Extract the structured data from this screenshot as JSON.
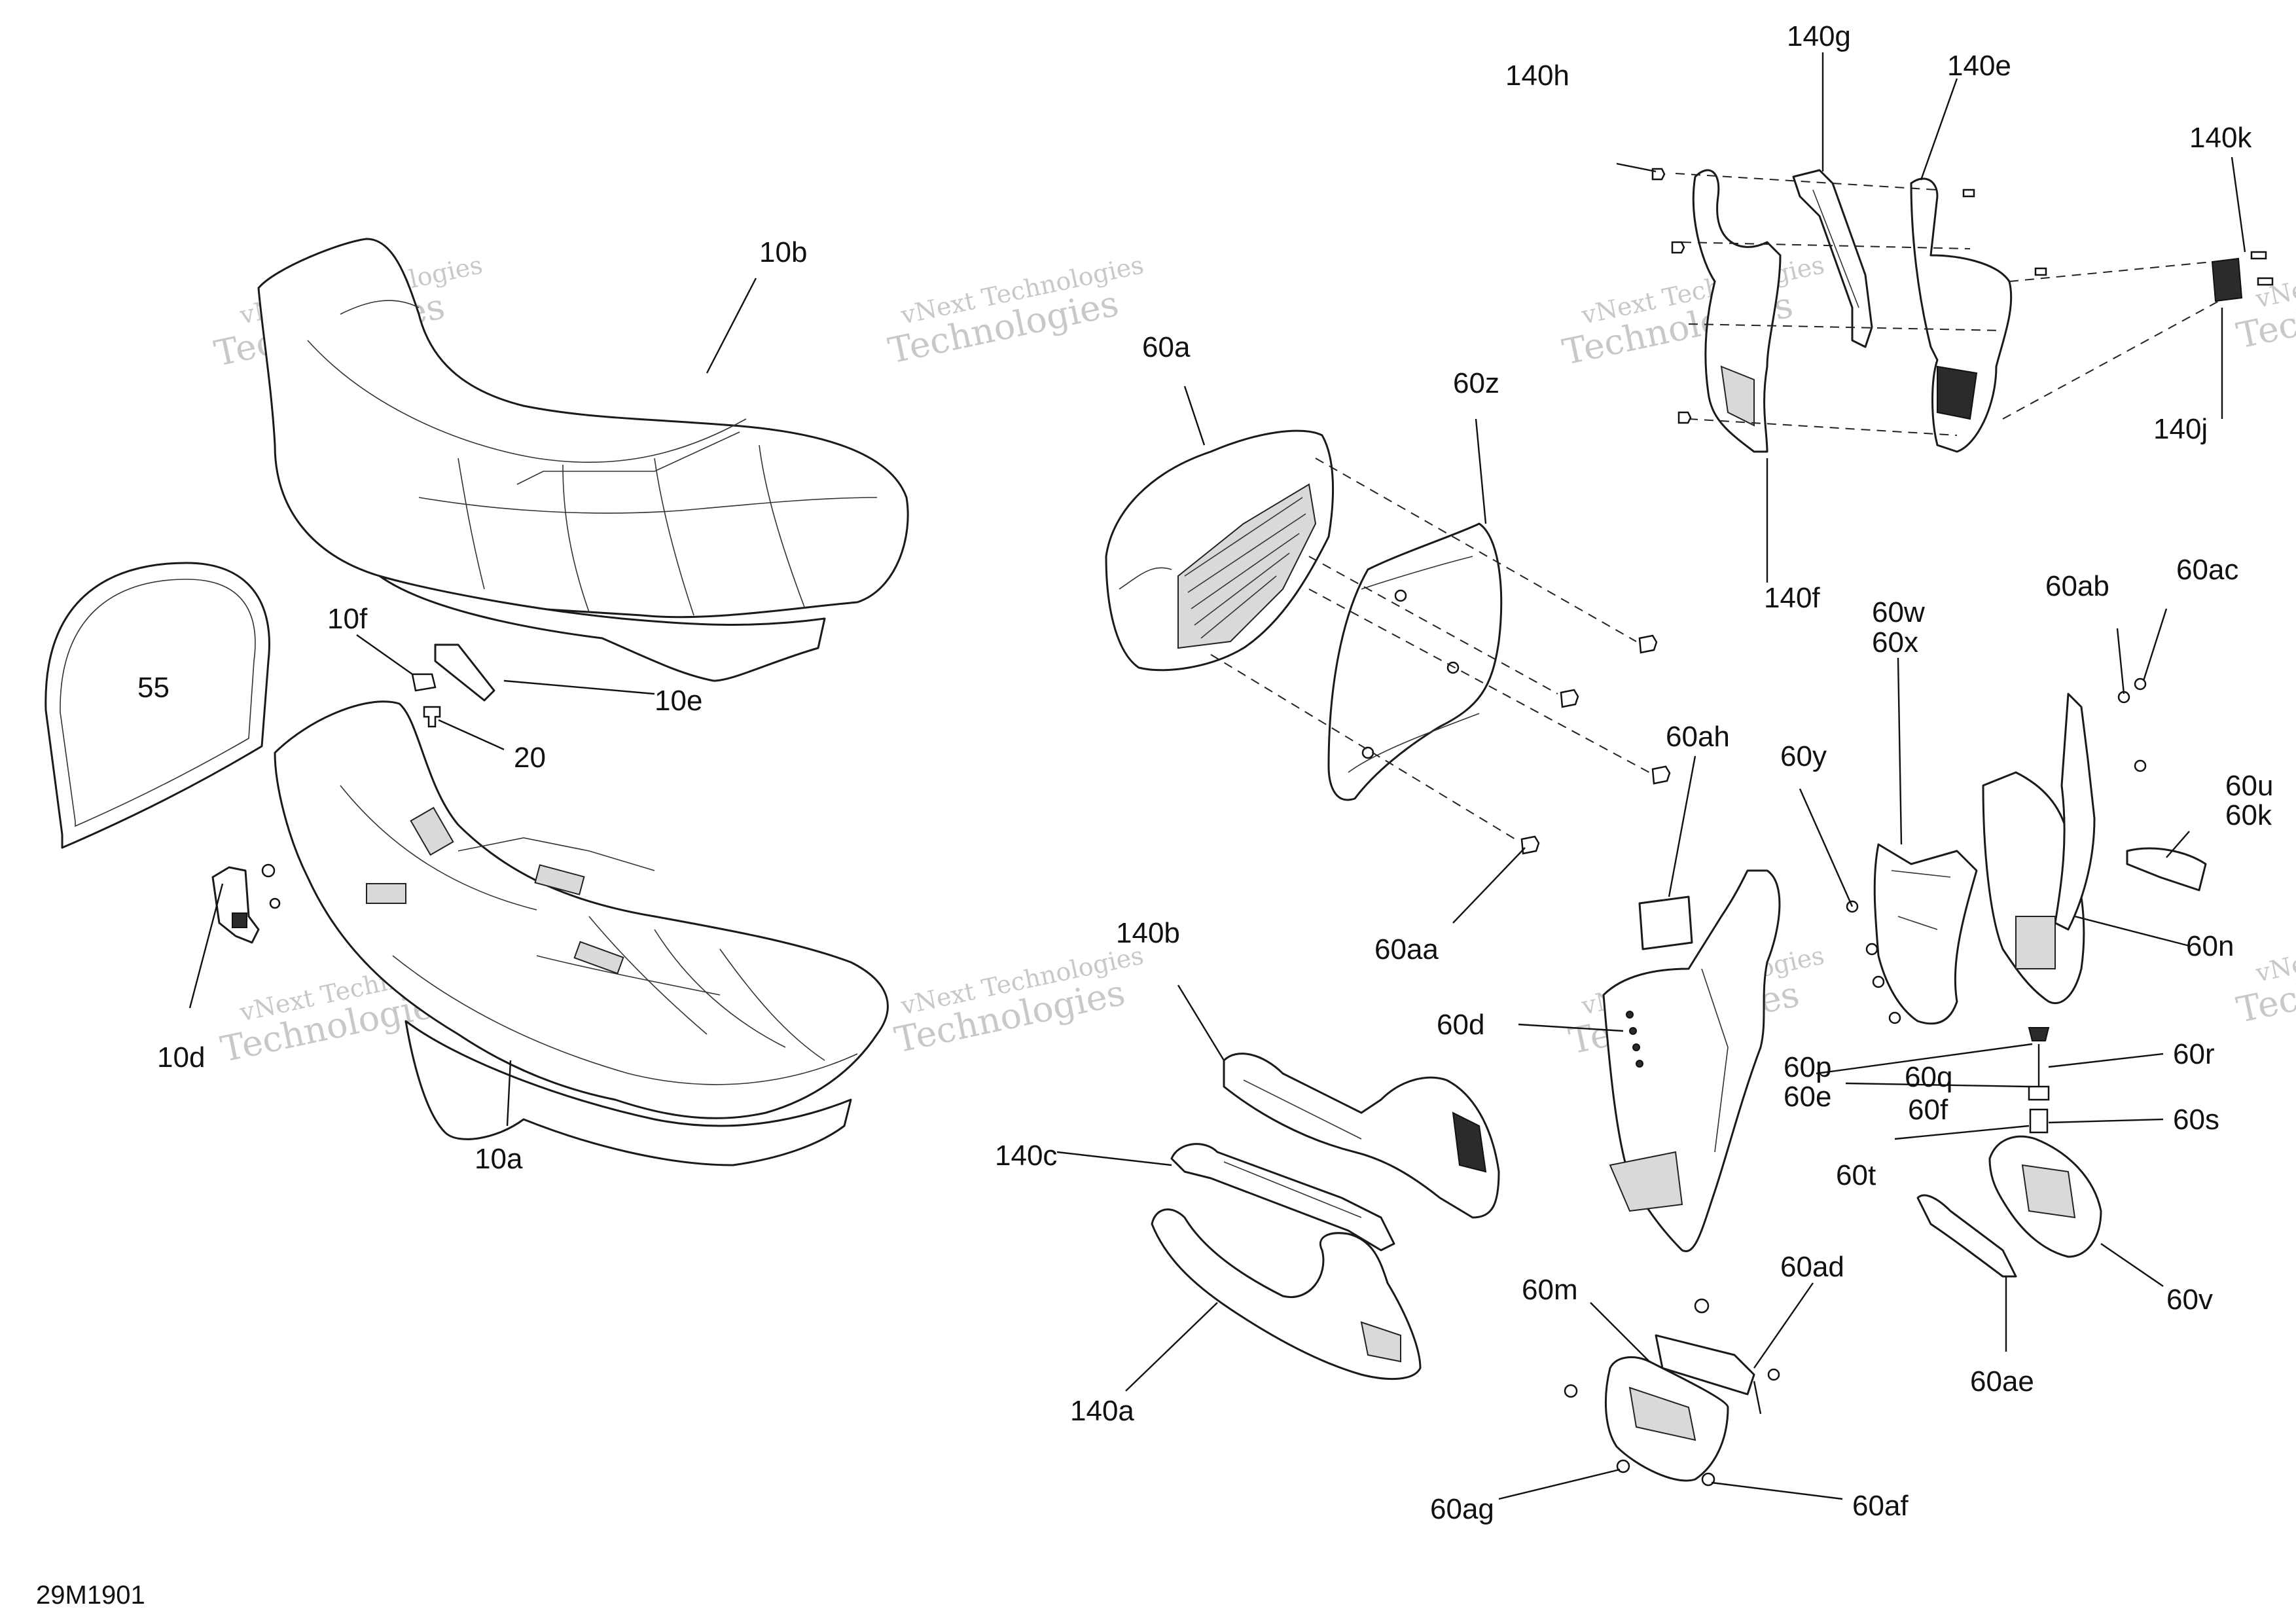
{
  "diagram_code": "29M1901",
  "watermark": {
    "line1": "vNext Technologies",
    "line2a": "vNext",
    "line2b": "Technologies"
  },
  "callouts": {
    "c10a": "10a",
    "c10b": "10b",
    "c10d": "10d",
    "c10e": "10e",
    "c10f": "10f",
    "c20": "20",
    "c55": "55",
    "c60a": "60a",
    "c60z": "60z",
    "c60aa": "60aa",
    "c60ab": "60ab",
    "c60ac": "60ac",
    "c60ad": "60ad",
    "c60ae": "60ae",
    "c60af": "60af",
    "c60ag": "60ag",
    "c60ah": "60ah",
    "c60d": "60d",
    "c60e": "60e",
    "c60f": "60f",
    "c60k": "60k",
    "c60m": "60m",
    "c60n": "60n",
    "c60p": "60p",
    "c60q": "60q",
    "c60r": "60r",
    "c60s": "60s",
    "c60t": "60t",
    "c60u": "60u",
    "c60v": "60v",
    "c60w": "60w",
    "c60x": "60x",
    "c60y": "60y",
    "c140a": "140a",
    "c140b": "140b",
    "c140c": "140c",
    "c140e": "140e",
    "c140f": "140f",
    "c140g": "140g",
    "c140h": "140h",
    "c140j": "140j",
    "c140k": "140k"
  }
}
